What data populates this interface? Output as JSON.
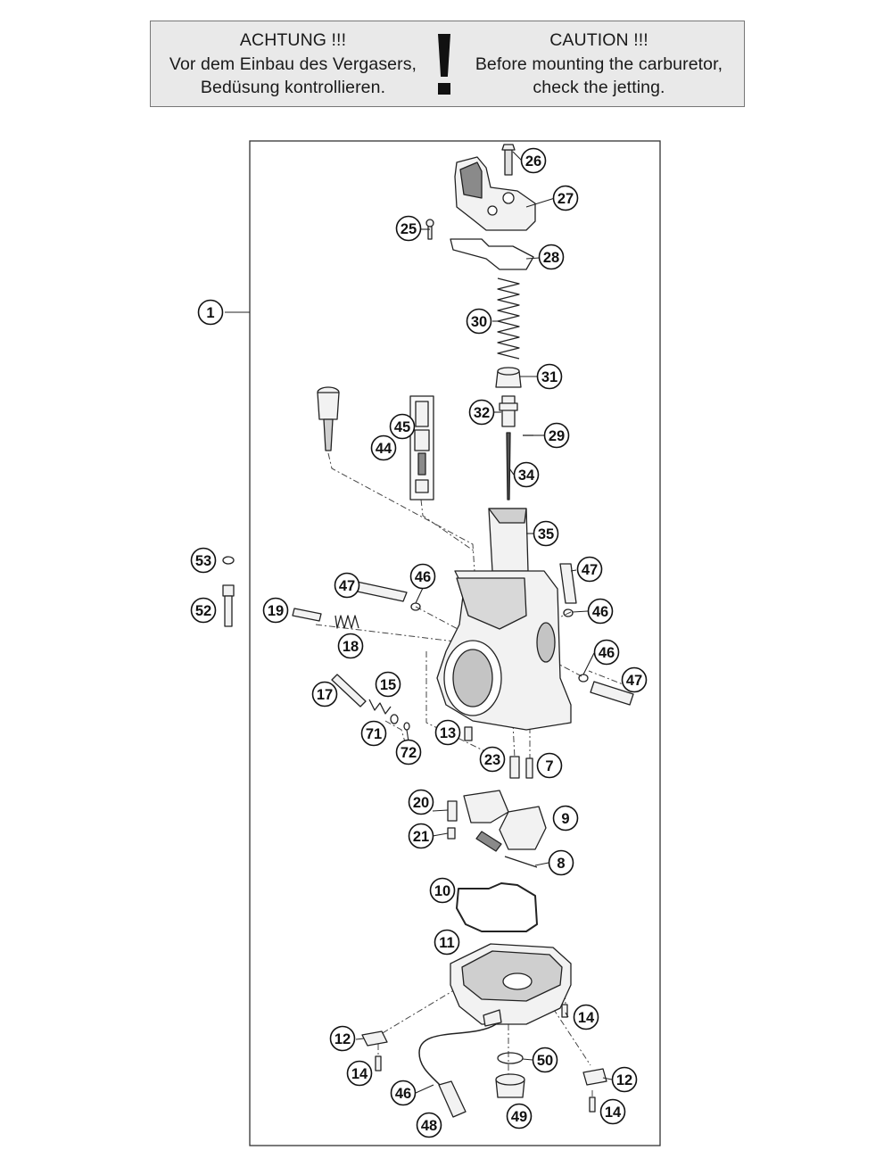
{
  "warning": {
    "german": {
      "line1": "ACHTUNG !!!",
      "line2": "Vor dem Einbau des Vergasers,",
      "line3": "Bedüsung kontrollieren."
    },
    "english": {
      "line1": "CAUTION !!!",
      "line2": "Before mounting the carburetor,",
      "line3": "check the jetting."
    }
  },
  "callouts": [
    {
      "label": "1"
    },
    {
      "label": "26"
    },
    {
      "label": "27"
    },
    {
      "label": "25"
    },
    {
      "label": "28"
    },
    {
      "label": "30"
    },
    {
      "label": "31"
    },
    {
      "label": "32"
    },
    {
      "label": "29"
    },
    {
      "label": "45"
    },
    {
      "label": "44"
    },
    {
      "label": "34"
    },
    {
      "label": "35"
    },
    {
      "label": "53"
    },
    {
      "label": "47"
    },
    {
      "label": "46"
    },
    {
      "label": "47"
    },
    {
      "label": "52"
    },
    {
      "label": "19"
    },
    {
      "label": "46"
    },
    {
      "label": "18"
    },
    {
      "label": "46"
    },
    {
      "label": "47"
    },
    {
      "label": "15"
    },
    {
      "label": "17"
    },
    {
      "label": "71"
    },
    {
      "label": "13"
    },
    {
      "label": "72"
    },
    {
      "label": "23"
    },
    {
      "label": "7"
    },
    {
      "label": "20"
    },
    {
      "label": "9"
    },
    {
      "label": "21"
    },
    {
      "label": "8"
    },
    {
      "label": "10"
    },
    {
      "label": "11"
    },
    {
      "label": "14"
    },
    {
      "label": "12"
    },
    {
      "label": "50"
    },
    {
      "label": "14"
    },
    {
      "label": "12"
    },
    {
      "label": "46"
    },
    {
      "label": "14"
    },
    {
      "label": "48"
    },
    {
      "label": "49"
    }
  ]
}
